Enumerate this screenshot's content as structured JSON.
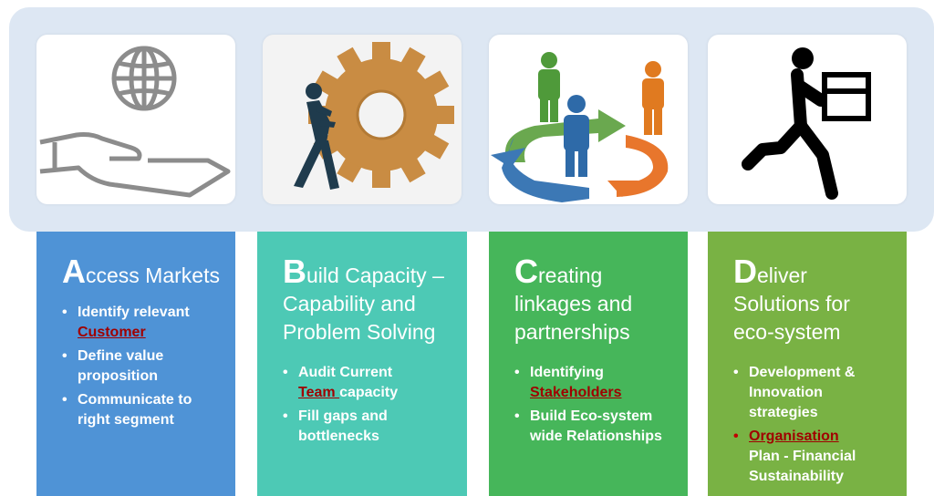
{
  "colors": {
    "banner": "#dde7f3",
    "access": "#4f93d6",
    "build": "#4dc9b5",
    "creating": "#46b65a",
    "deliver": "#79b244",
    "keyword": "#a00000"
  },
  "icons": {
    "card1": "globe-hand-icon",
    "card2": "gear-push-icon",
    "card3": "people-cycle-icon",
    "card4": "delivery-runner-icon"
  },
  "columns": [
    {
      "initial": "A",
      "title_rest": "ccess Markets",
      "bullets": [
        {
          "text": "Identify relevant",
          "keyword": "Customer",
          "after": ""
        },
        {
          "text": "Define value proposition"
        },
        {
          "text": "Communicate to right segment"
        }
      ]
    },
    {
      "initial": "B",
      "title_rest": "uild Capacity – Capability and Problem Solving",
      "bullets": [
        {
          "text": "Audit Current",
          "keyword": "Team ",
          "after": "capacity"
        },
        {
          "text": "Fill gaps and bottlenecks"
        }
      ]
    },
    {
      "initial": "C",
      "title_rest": "reating linkages and partnerships",
      "bullets": [
        {
          "text": "Identifying",
          "keyword": "Stakeholders",
          "after": ""
        },
        {
          "text": "Build Eco-system wide Relationships"
        }
      ]
    },
    {
      "initial": "D",
      "title_rest": "eliver Solutions for eco-system",
      "bullets": [
        {
          "text": "Development & Innovation strategies"
        },
        {
          "keyword": "Organisation",
          "after": "Plan -  Financial Sustainability"
        }
      ]
    }
  ]
}
